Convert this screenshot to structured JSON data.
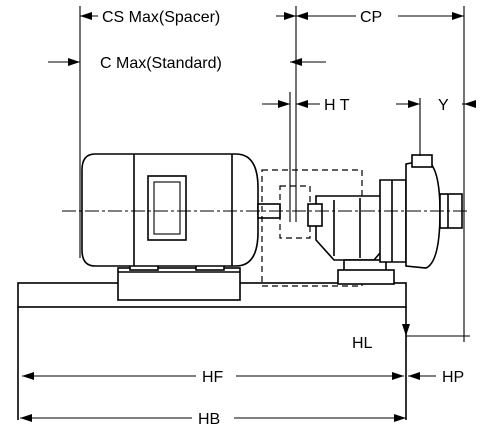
{
  "diagram": {
    "labels": {
      "cs_max": "CS Max(Spacer)",
      "cp": "CP",
      "c_max": "C Max(Standard)",
      "ht": "H T",
      "y": "Y",
      "hl": "HL",
      "hf": "HF",
      "hp": "HP",
      "hb": "HB"
    },
    "colors": {
      "stroke": "#000000",
      "background": "#ffffff"
    }
  }
}
